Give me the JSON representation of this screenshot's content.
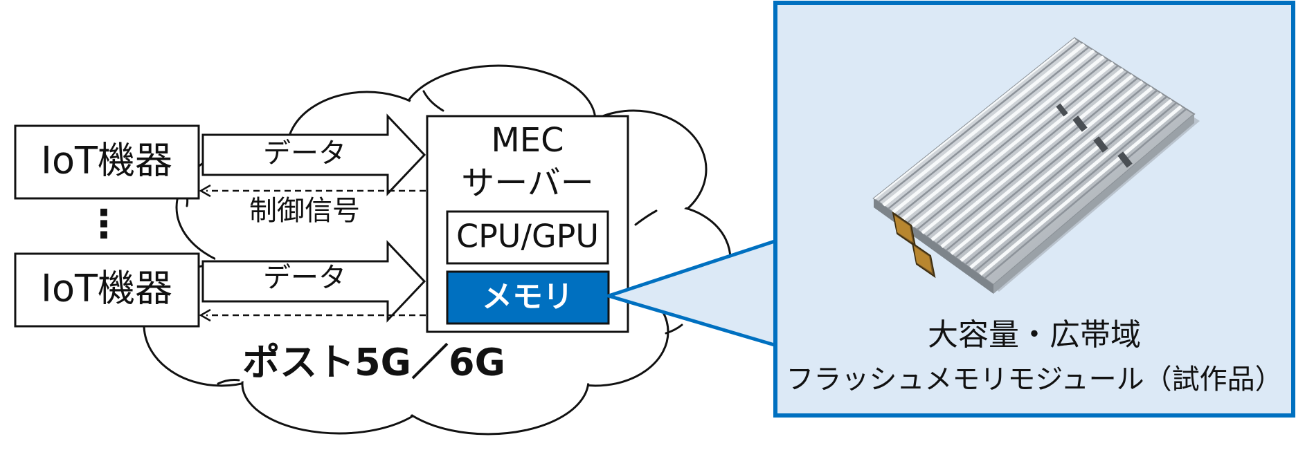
{
  "devices": [
    {
      "label": "IoT機器"
    },
    {
      "label": "IoT機器"
    }
  ],
  "ellipsis": "⋮",
  "links": [
    {
      "forward": "データ",
      "reverse": "制御信号"
    },
    {
      "forward": "データ",
      "reverse": ""
    }
  ],
  "server": {
    "title_line1": "MEC",
    "title_line2": "サーバー",
    "cpu_label": "CPU/GPU",
    "memory_label": "メモリ"
  },
  "network_label": "ポスト5G／6G",
  "callout": {
    "caption_line1": "大容量・広帯域",
    "caption_line2": "フラッシュメモリモジュール（試作品）"
  },
  "colors": {
    "accent_blue": "#0070c0",
    "callout_fill": "#dce9f6",
    "stroke": "#111111"
  }
}
